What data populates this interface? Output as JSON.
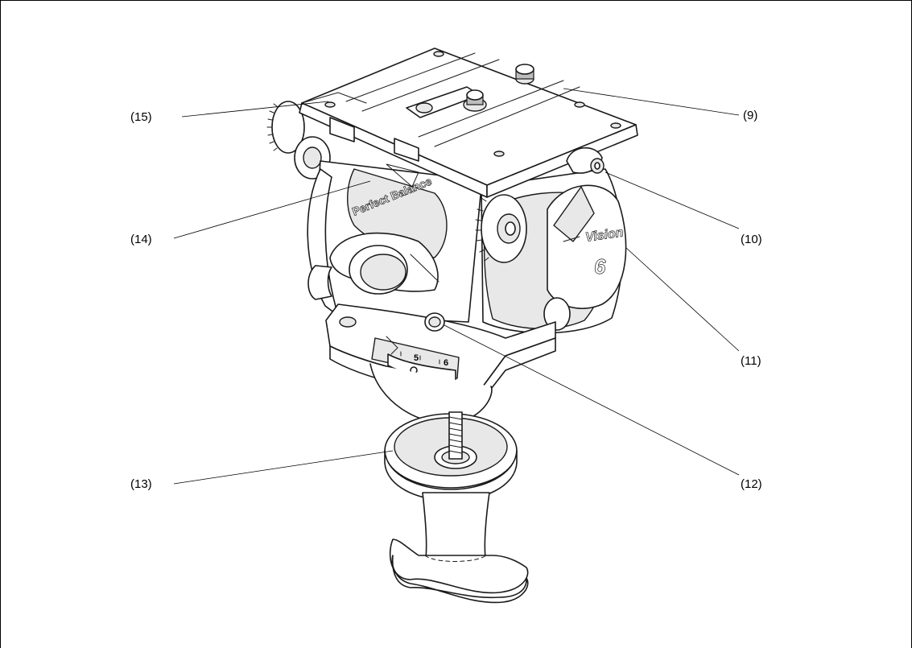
{
  "callouts": {
    "c9": "(9)",
    "c10": "(10)",
    "c11": "(11)",
    "c12": "(12)",
    "c13": "(13)",
    "c14": "(14)",
    "c15": "(15)"
  },
  "device_markings": {
    "brand": "Perfect Balance",
    "model_name": "Vision",
    "model_number": "6",
    "scale_digit": "5",
    "scale_digit_2": "6"
  }
}
